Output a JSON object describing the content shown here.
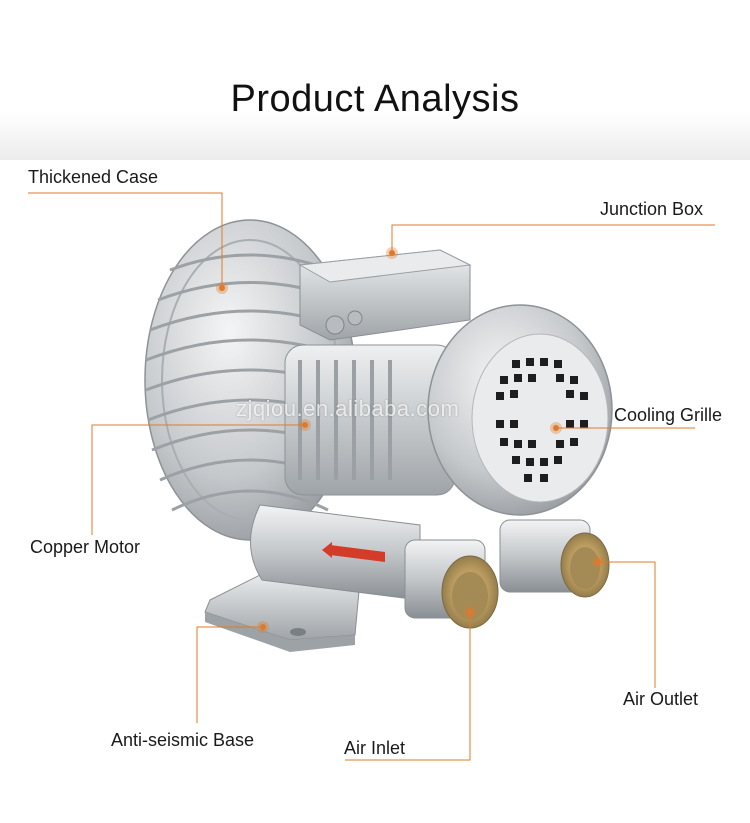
{
  "title": "Product Analysis",
  "watermark": "zjqiou.en.alibaba.com",
  "accent_color": "#e07a2a",
  "labels": {
    "thickened_case": "Thickened Case",
    "junction_box": "Junction Box",
    "cooling_grille": "Cooling Grille",
    "copper_motor": "Copper Motor",
    "air_outlet": "Air Outlet",
    "anti_seismic_base": "Anti-seismic Base",
    "air_inlet": "Air Inlet"
  }
}
